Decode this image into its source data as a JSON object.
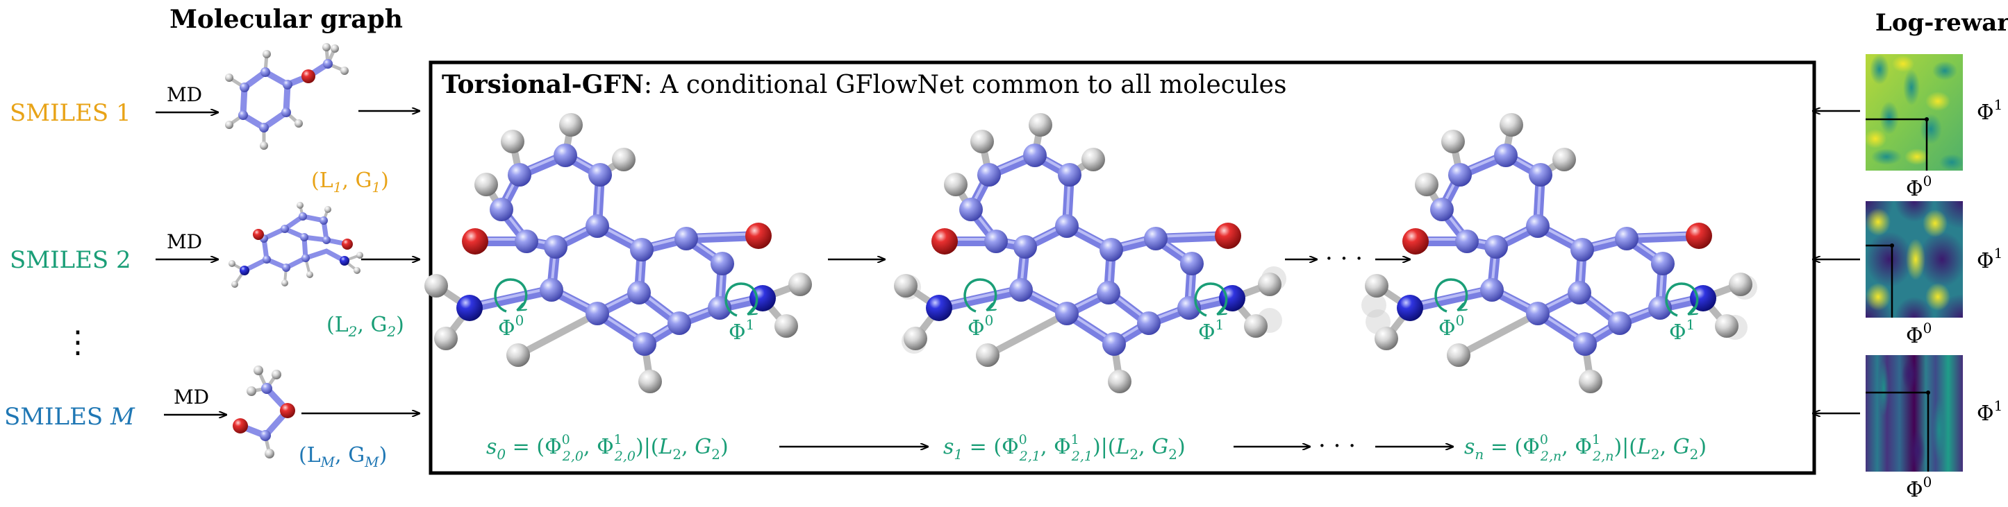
{
  "headers": {
    "left": "Molecular graph",
    "right": "Log-rewards"
  },
  "molecules": [
    {
      "smiles": "SMILES 1",
      "md": "MD",
      "pair": "(L",
      "pair_sub1": "1",
      "pair_mid": ", G",
      "pair_sub2": "1",
      "pair_end": ")",
      "color": "#E8A317"
    },
    {
      "smiles": "SMILES 2",
      "md": "MD",
      "pair": "(L",
      "pair_sub1": "2",
      "pair_mid": ", G",
      "pair_sub2": "2",
      "pair_end": ")",
      "color": "#1A9E77"
    },
    {
      "smiles": "SMILES ",
      "smiles_var": "M",
      "md": "MD",
      "pair": "(L",
      "pair_sub1": "M",
      "pair_mid": ", G",
      "pair_sub2": "M",
      "pair_end": ")",
      "color": "#1F77B4"
    }
  ],
  "vdots": "⋮",
  "box": {
    "title_bold": "Torsional-GFN",
    "title_rest": ": A conditional GFlowNet common to all molecules"
  },
  "dots": "· · ·",
  "torsion_labels": {
    "phi": "Φ",
    "sup0": "0",
    "sup1": "1"
  },
  "states": [
    {
      "s": "s",
      "sub": "0",
      "t": "0"
    },
    {
      "s": "s",
      "sub": "1",
      "t": "1"
    },
    {
      "s": "s",
      "sub": "n",
      "t": "n"
    }
  ],
  "colors": {
    "teal": "#1A9E77",
    "carbon": "#7B7FE0",
    "nitrogen": "#2A2AD6",
    "oxygen": "#D62A2A",
    "hydrogen": "#DADADA",
    "bond": "#8A8EE8"
  }
}
